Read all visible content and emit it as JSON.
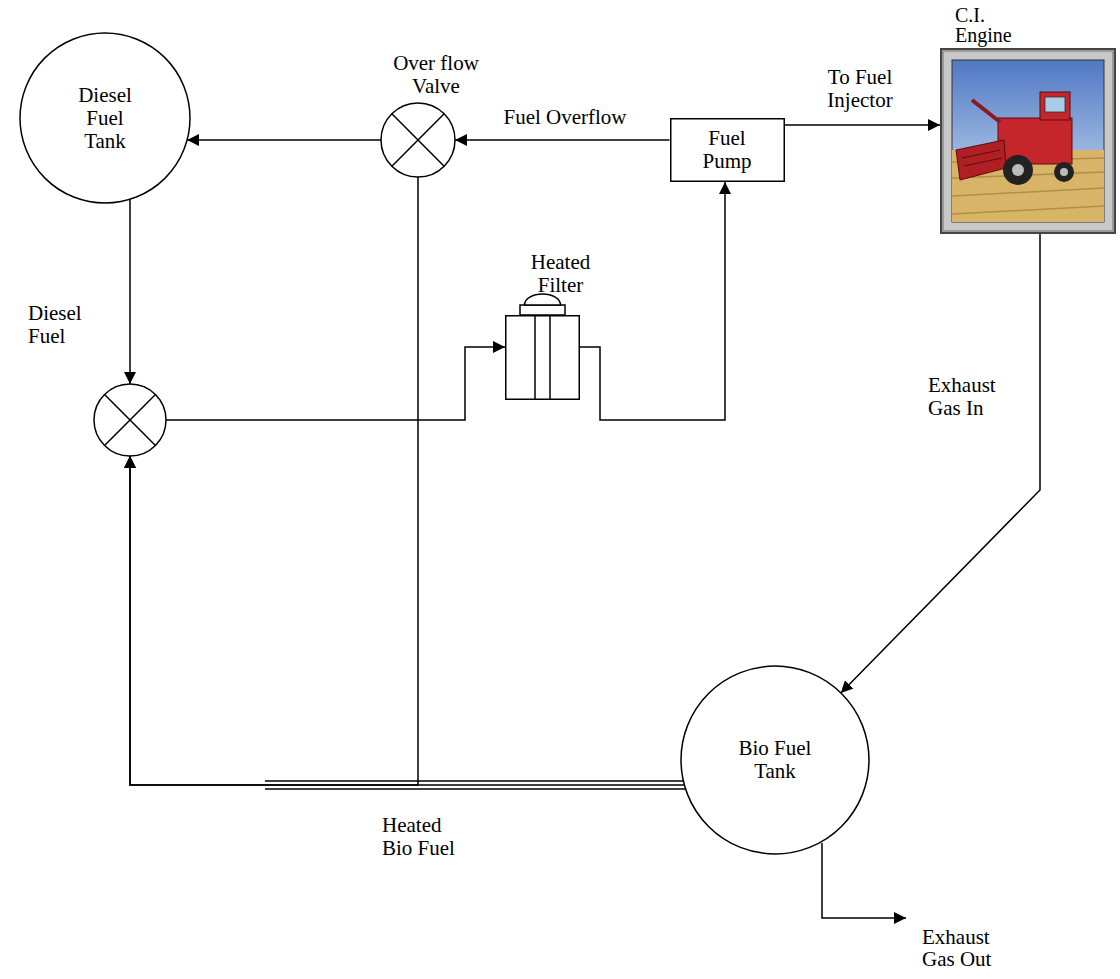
{
  "diagram": {
    "nodes": [
      {
        "text": [
          "Diesel Fuel Tank"
        ]
      },
      {
        "text": [
          "Over flow Valve"
        ]
      },
      {
        "text": [
          "Fuel Pump"
        ]
      },
      {
        "text": [
          "C.I. Engine"
        ]
      },
      {
        "text": [
          "Heated Filter"
        ]
      },
      {
        "text": []
      },
      {
        "text": [
          "Bio Fuel Tank"
        ]
      }
    ],
    "edges": [
      {
        "from": 2,
        "to": 1,
        "label": "Fuel Overflow",
        "arrow": "to"
      },
      {
        "from": 1,
        "to": 0,
        "arrow": "to"
      },
      {
        "from": 2,
        "to": 3,
        "label": "To Fuel Injector",
        "arrow": "to"
      },
      {
        "from": 0,
        "to": 5,
        "label": "Diesel Fuel",
        "arrow": "to"
      },
      {
        "from": 5,
        "to": 4,
        "arrow": "to"
      },
      {
        "from": 4,
        "to": 2,
        "arrow": "to"
      },
      {
        "from": 3,
        "to": 6,
        "label": "Exhaust Gas In",
        "arrow": "to"
      },
      {
        "from": 6,
        "to": 5,
        "label": "Heated Bio Fuel",
        "arrow": "to"
      },
      {
        "from": 1,
        "to": 5,
        "arrow": "to"
      }
    ],
    "labels": [
      "Exhaust Gas Out"
    ]
  }
}
